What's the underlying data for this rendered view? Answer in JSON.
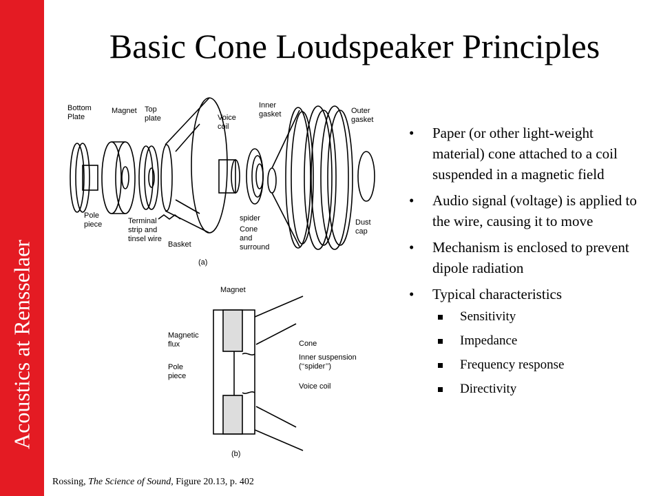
{
  "sidebar": {
    "text": "Acoustics at Rensselaer",
    "color": "#e41b23"
  },
  "title": "Basic Cone Loudspeaker Principles",
  "bullets": [
    {
      "text": "Paper (or other light-weight material) cone attached to a coil suspended in a magnetic field"
    },
    {
      "text": "Audio signal (voltage) is applied to the wire, causing it to move"
    },
    {
      "text": "Mechanism is enclosed to prevent dipole radiation"
    },
    {
      "text": "Typical characteristics",
      "sub": [
        "Sensitivity",
        "Impedance",
        "Frequency response",
        "Directivity"
      ]
    }
  ],
  "figure_a": {
    "labels": {
      "bottom_plate": "Bottom\nPlate",
      "magnet": "Magnet",
      "top_plate": "Top\nplate",
      "voice_coil": "Voice\ncoil",
      "inner_gasket": "Inner\ngasket",
      "outer_gasket": "Outer\ngasket",
      "pole_piece": "Pole\npiece",
      "terminal": "Terminal\nstrip and\ntinsel wire",
      "basket": "Basket",
      "spider": "spider",
      "cone": "Cone\nand\nsurround",
      "dust_cap": "Dust\ncap",
      "tag": "(a)"
    }
  },
  "figure_b": {
    "labels": {
      "magnet": "Magnet",
      "flux": "Magnetic\nflux",
      "pole": "Pole\npiece",
      "cone": "Cone",
      "inner_susp": "Inner suspension\n(‘‘spider’’)",
      "voice_coil": "Voice coil",
      "tag": "(b)"
    }
  },
  "caption": {
    "author": "Rossing, ",
    "book": "The Science of Sound",
    "rest": ", Figure 20.13, p. 402"
  }
}
